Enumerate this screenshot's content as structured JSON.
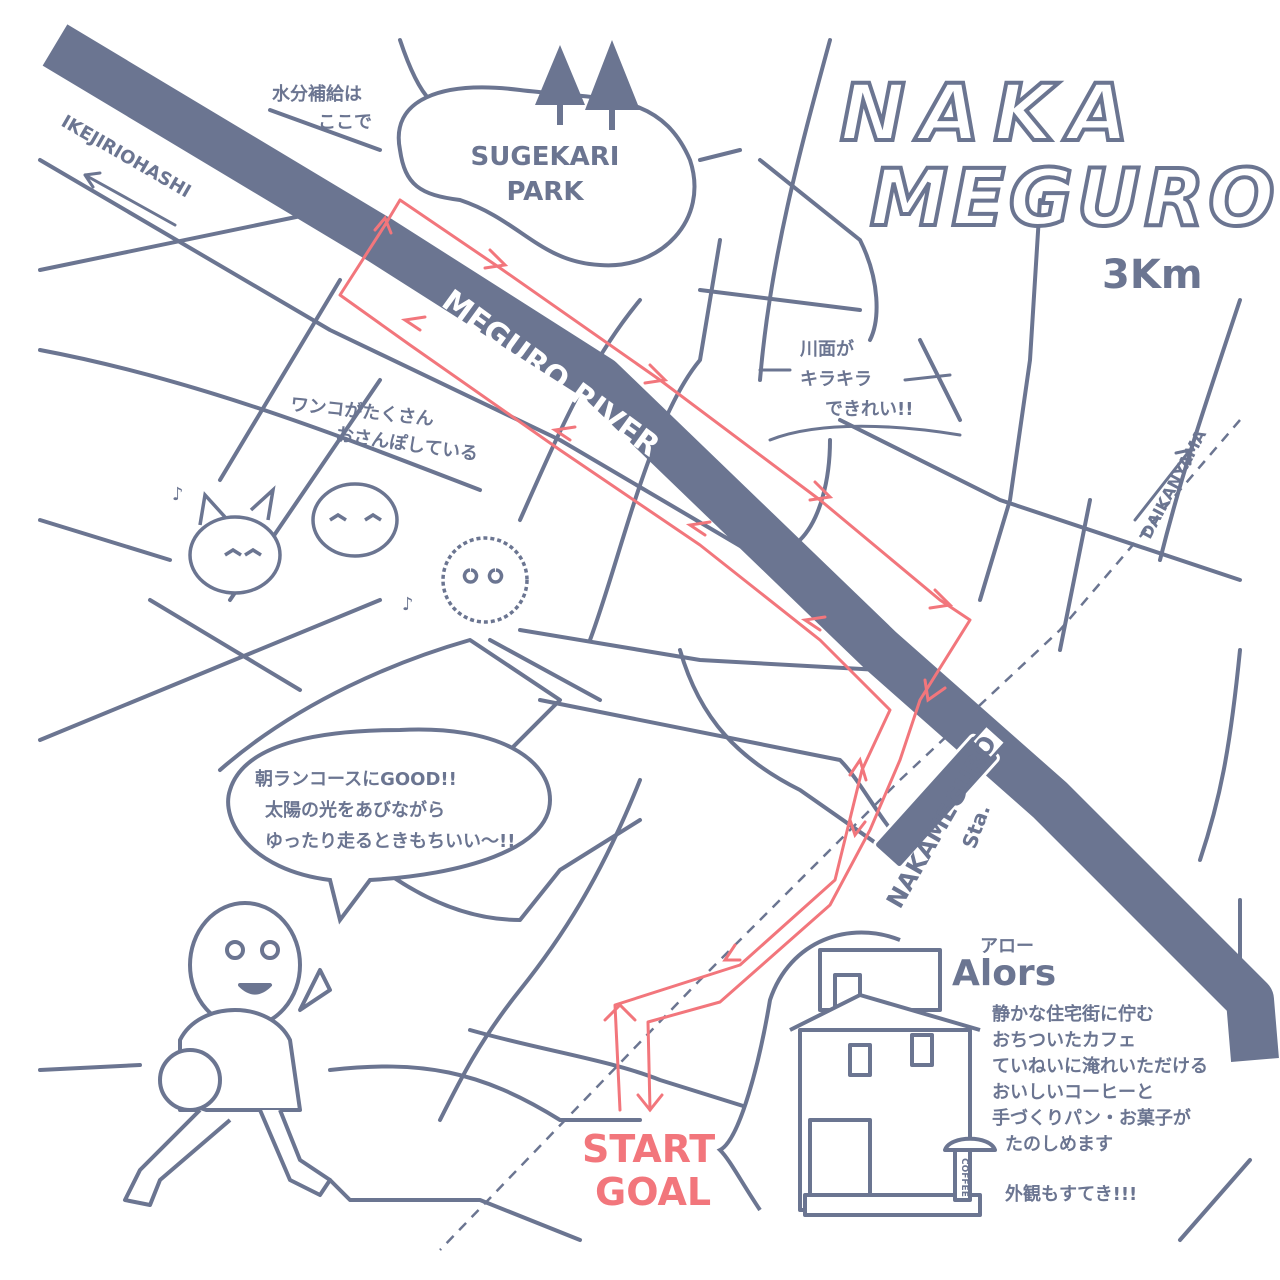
{
  "title": {
    "line1": "NAKA",
    "line2": "MEGURO"
  },
  "distance": "3Km",
  "colors": {
    "ink": "#6b7591",
    "route": "#f2767c",
    "background": "#ffffff"
  },
  "places": {
    "park": {
      "line1": "SUGEKARI",
      "line2": "PARK"
    },
    "river": "MEGURO RIVER",
    "station": {
      "name": "NAKAMEGURO",
      "suffix": "Sta."
    },
    "ikejiri": "IKEJIRIOHASHI",
    "daikanyama": "DAIKANYAMA",
    "start": "START",
    "goal": "GOAL"
  },
  "notes": {
    "water": [
      "水分補給は",
      "ここで"
    ],
    "river_sparkle": [
      "川面が",
      "キラキラ",
      "できれい!!"
    ],
    "dogs": [
      "ワンコがたくさん",
      "おさんぽしている"
    ],
    "runner": [
      "朝ランコースにGOOD!!",
      "太陽の光をあびながら",
      "ゆったり走るときもちいい〜!!"
    ]
  },
  "cafe": {
    "reading": "アロー",
    "name": "Alors",
    "description": [
      "静かな住宅街に佇む",
      "おちついたカフェ",
      "ていねいに淹れいただける",
      "おいしいコーヒーと",
      "手づくりパン・お菓子が",
      "たのしめます"
    ],
    "exterior": "外観もすてき!!!",
    "sign": "COFFEE"
  }
}
